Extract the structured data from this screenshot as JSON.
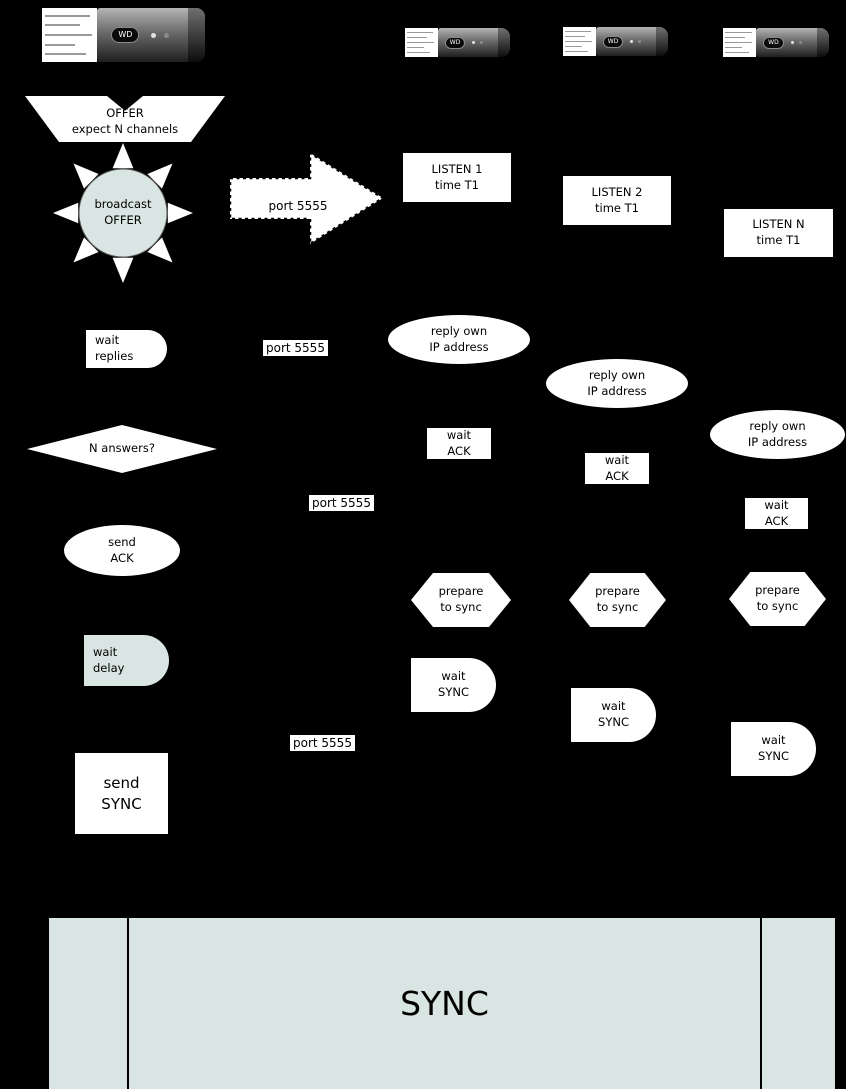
{
  "colors": {
    "background": "#000000",
    "shape_fill": "#ffffff",
    "accent_fill": "#d8e5e2"
  },
  "devices": {
    "logo": "WD"
  },
  "offer_banner": {
    "line1": "OFFER",
    "line2": "expect N channels"
  },
  "broadcast_node": {
    "line1": "broadcast",
    "line2": "OFFER"
  },
  "arrow_label": "port 5555",
  "listen_boxes": [
    {
      "line1": "LISTEN 1",
      "line2": "time T1"
    },
    {
      "line1": "LISTEN 2",
      "line2": "time T1"
    },
    {
      "line1": "LISTEN N",
      "line2": "time T1"
    }
  ],
  "wait_replies": {
    "line1": "wait",
    "line2": "replies"
  },
  "port_labels": [
    "port 5555",
    "port 5555",
    "port 5555"
  ],
  "reply_nodes": [
    {
      "line1": "reply own",
      "line2": "IP address"
    },
    {
      "line1": "reply own",
      "line2": "IP address"
    },
    {
      "line1": "reply own",
      "line2": "IP address"
    }
  ],
  "wait_ack_nodes": [
    {
      "line1": "wait",
      "line2": "ACK"
    },
    {
      "line1": "wait",
      "line2": "ACK"
    },
    {
      "line1": "wait",
      "line2": "ACK"
    }
  ],
  "n_answers": {
    "label": "N answers?"
  },
  "send_ack": {
    "line1": "send",
    "line2": "ACK"
  },
  "wait_delay": {
    "line1": "wait",
    "line2": "delay"
  },
  "prepare_nodes": [
    {
      "line1": "prepare",
      "line2": "to sync"
    },
    {
      "line1": "prepare",
      "line2": "to sync"
    },
    {
      "line1": "prepare",
      "line2": "to sync"
    }
  ],
  "wait_sync_nodes": [
    {
      "line1": "wait",
      "line2": "SYNC"
    },
    {
      "line1": "wait",
      "line2": "SYNC"
    },
    {
      "line1": "wait",
      "line2": "SYNC"
    }
  ],
  "send_sync": {
    "line1": "send",
    "line2": "SYNC"
  },
  "sync_bar": {
    "label": "SYNC"
  }
}
